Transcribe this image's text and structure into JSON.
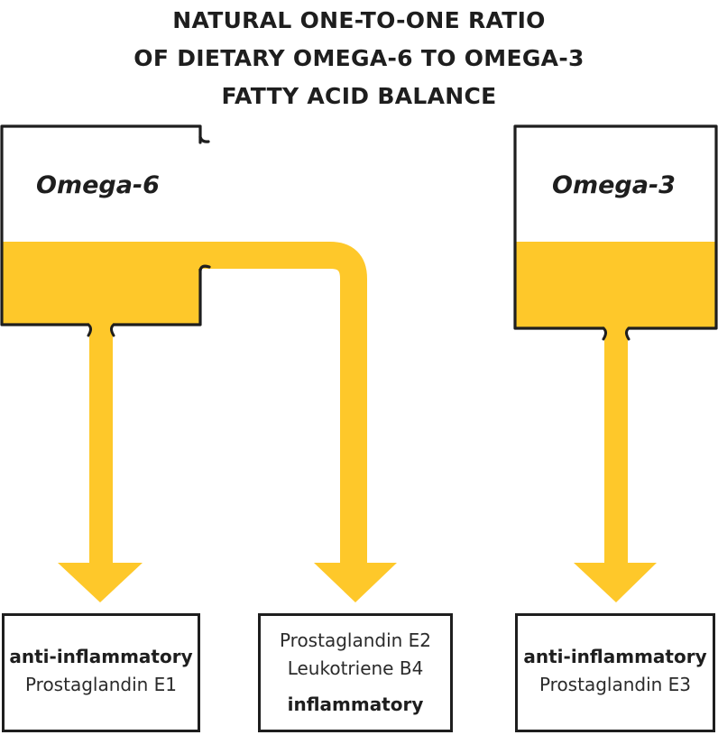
{
  "title": {
    "line1": "NATURAL ONE-TO-ONE RATIO",
    "line2": "OF DIETARY OMEGA-6 TO OMEGA-3",
    "line3": "FATTY ACID BALANCE"
  },
  "tanks": {
    "omega6": {
      "label": "Omega-6"
    },
    "omega3": {
      "label": "Omega-3"
    }
  },
  "outputs": {
    "omega6_left": {
      "heading": "anti-inflammatory",
      "item": "Prostaglandin E1"
    },
    "omega6_right": {
      "item1": "Prostaglandin E2",
      "item2": "Leukotriene B4",
      "heading": "inflammatory"
    },
    "omega3": {
      "heading": "anti-inflammatory",
      "item": "Prostaglandin E3"
    }
  },
  "colors": {
    "fill": "#fec82a",
    "outline": "#1e1e1e",
    "text": "#1e1e1e",
    "background": "#ffffff"
  }
}
